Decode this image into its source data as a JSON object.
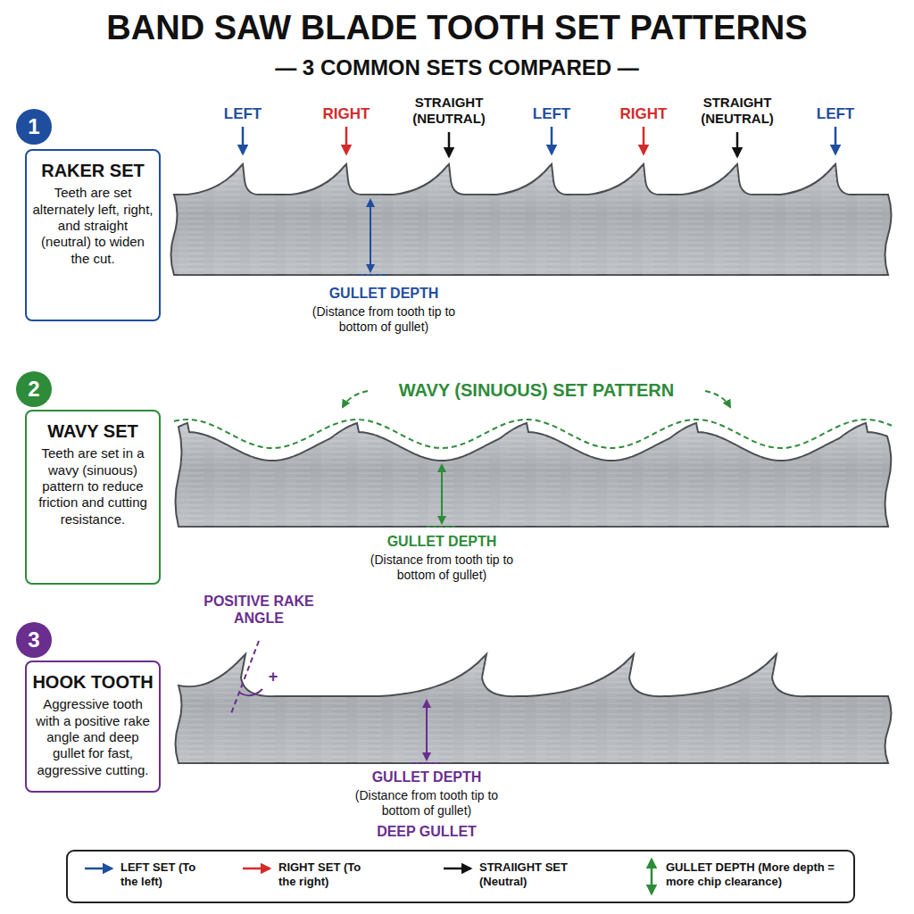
{
  "diagram": {
    "title": "BAND SAW BLADE TOOTH SET PATTERNS",
    "nodes": [
      {
        "text": [
          "1"
        ]
      },
      {
        "text": [
          "RAKER SET",
          "Teeth are set alternately left, right, and straight (neutral) to widen the cut."
        ]
      },
      {
        "text": [
          "2"
        ]
      },
      {
        "text": [
          "WAVY SET",
          "Teeth are set in a wavy (sinuous) pattern to reduce friction and cutting resistance."
        ]
      },
      {
        "text": [
          "3"
        ]
      },
      {
        "text": [
          "HOOK TOOTH",
          "Aggressive tooth with a positive rake angle and deep gullet for fast, aggressive cutting."
        ]
      }
    ],
    "labels": [
      "— 3 COMMON SETS COMPARED —",
      "LEFT",
      "RIGHT",
      "STRAIGHT (NEUTRAL)",
      "LEFT",
      "RIGHT",
      "STRAIGHT (NEUTRAL)",
      "LEFT",
      "GULLET DEPTH",
      "(Distance from tooth tip to bottom of gullet)",
      "WAVY (SINUOUS) SET PATTERN",
      "GULLET DEPTH",
      "(Distance from tooth tip to bottom of gullet)",
      "POSITIVE RAKE ANGLE",
      "+",
      "GULLET DEPTH",
      "(Distance from tooth tip to bottom of gullet)",
      "DEEP GULLET"
    ],
    "legend": [
      {
        "text": "LEFT SET (To the left)"
      },
      {
        "text": "RIGHT SET (To the right)"
      },
      {
        "text": "STRAIIGHT SET (Neutral)"
      },
      {
        "text": "GULLET DEPTH (More depth = more chip clearance)"
      }
    ]
  }
}
